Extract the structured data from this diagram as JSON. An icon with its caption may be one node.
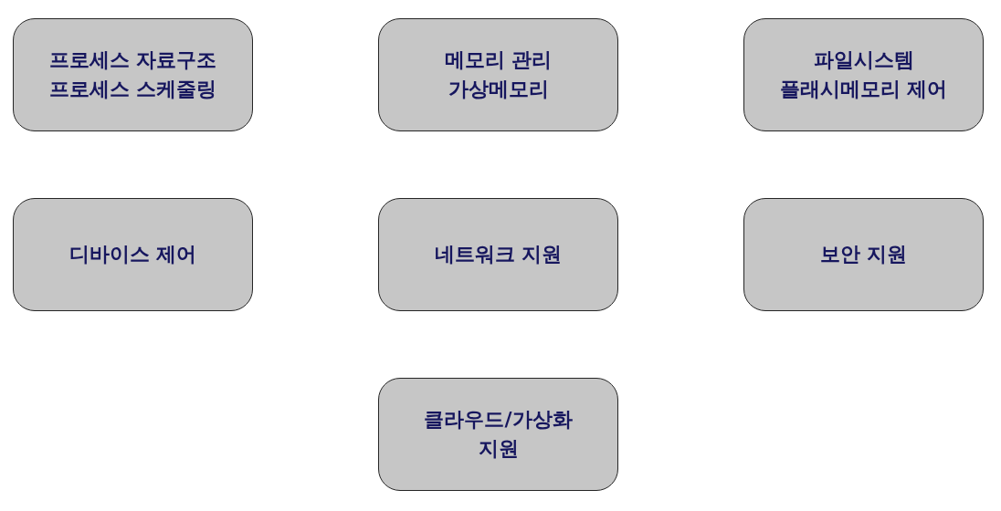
{
  "diagram": {
    "nodes": [
      {
        "text": [
          "프로세스 자료구조",
          "프로세스 스케줄링"
        ]
      },
      {
        "text": [
          "메모리 관리",
          "가상메모리"
        ]
      },
      {
        "text": [
          "파일시스템",
          "플래시메모리 제어"
        ]
      },
      {
        "text": [
          "디바이스 제어"
        ]
      },
      {
        "text": [
          "네트워크 지원"
        ]
      },
      {
        "text": [
          "보안 지원"
        ]
      },
      {
        "text": [
          "클라우드/가상화 지원"
        ]
      }
    ]
  }
}
